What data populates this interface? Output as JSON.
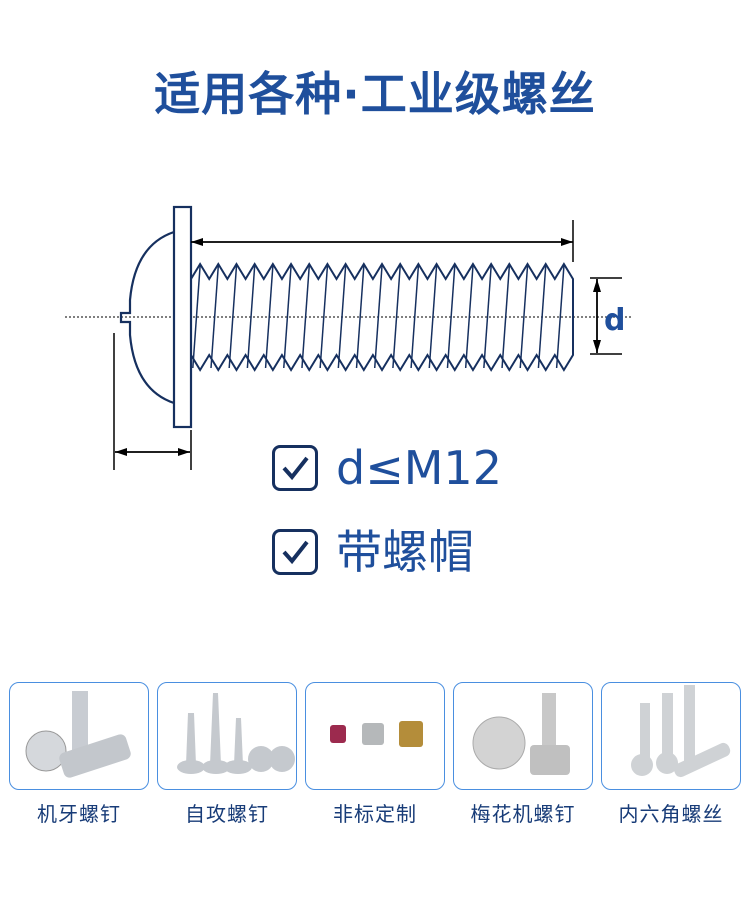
{
  "title": "适用各种·工业级螺丝",
  "diagram": {
    "dimension_label": "d"
  },
  "features": [
    {
      "text": "d≤M12",
      "checked": true
    },
    {
      "text": "带螺帽",
      "checked": true
    }
  ],
  "categories": [
    {
      "label": "机牙螺钉",
      "icon": "machine-screw-photo"
    },
    {
      "label": "自攻螺钉",
      "icon": "self-tapping-screw-photo"
    },
    {
      "label": "非标定制",
      "icon": "custom-part-photo"
    },
    {
      "label": "梅花机螺钉",
      "icon": "phillips-machine-screw-photo"
    },
    {
      "label": "内六角螺丝",
      "icon": "hex-socket-screw-photo"
    }
  ],
  "colors": {
    "title": "#1f4f9c",
    "line": "#16305f",
    "card_border": "#4a8fe0"
  }
}
